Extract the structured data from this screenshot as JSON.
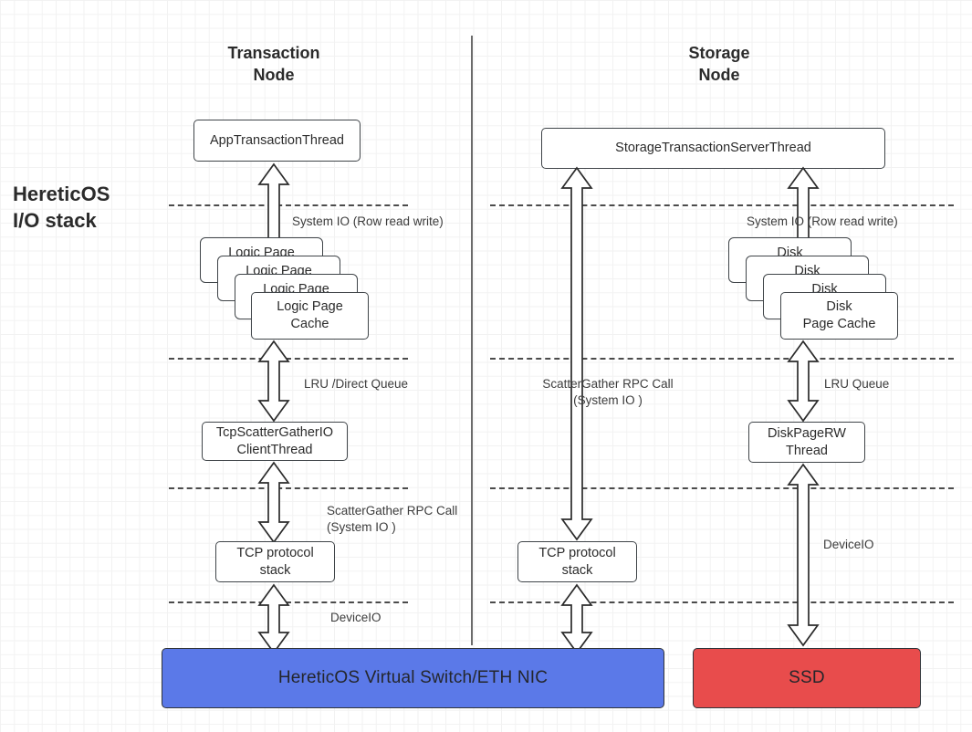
{
  "diagram": {
    "left_label": "HereticOS\nI/O stack",
    "columns": [
      {
        "id": "transaction",
        "title": "Transaction\nNode"
      },
      {
        "id": "storage",
        "title": "Storage\nNode"
      }
    ],
    "transaction_node": {
      "app_thread": "AppTransactionThread",
      "page_stack": [
        "Logic Page",
        "Logic Page",
        "Logic Page",
        "Logic Page\nCache"
      ],
      "client_thread": "TcpScatterGatherIO\nClientThread",
      "tcp_stack": "TCP protocol\nstack",
      "labels": {
        "system_io": "System IO  (Row read write)",
        "lru_direct_queue": "LRU /Direct Queue",
        "rpc_call": "ScatterGather RPC Call\n(System IO )",
        "device_io": "DeviceIO"
      }
    },
    "storage_node": {
      "server_thread": "StorageTransactionServerThread",
      "disk_stack": [
        "Disk",
        "Disk",
        "Disk",
        "Disk\nPage Cache"
      ],
      "disk_rw_thread": "DiskPageRW\nThread",
      "tcp_stack": "TCP protocol\nstack",
      "labels": {
        "system_io": "System IO  (Row read write)",
        "lru_queue": "LRU Queue",
        "rpc_call": "ScatterGather RPC Call\n(System IO )",
        "device_io": "DeviceIO"
      }
    },
    "bottom_bars": [
      {
        "id": "vswitch",
        "label": "HereticOS Virtual Switch/ETH NIC",
        "color": "#5B79E8"
      },
      {
        "id": "ssd",
        "label": "SSD",
        "color": "#E84C4C"
      }
    ]
  }
}
